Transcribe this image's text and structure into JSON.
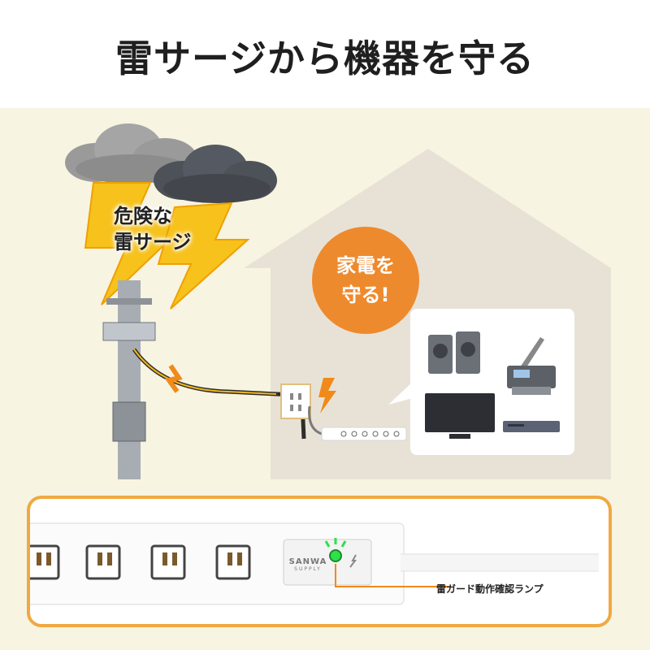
{
  "title": "雷サージから機器を守る",
  "danger_label": {
    "line1": "危険な",
    "line2": "雷サージ"
  },
  "protect_badge": {
    "line1": "家電を",
    "line2": "守る!"
  },
  "appliances": [
    "speaker-icon",
    "printer-icon",
    "tv-icon",
    "recorder-icon"
  ],
  "power_strip": {
    "brand_top": "SANWA",
    "brand_bottom": "SUPPLY",
    "lamp_label": "雷ガード動作確認ランプ"
  },
  "colors": {
    "accent_orange": "#ee8a2e",
    "frame_orange": "#f0a941",
    "house_beige": "#e8e2d6",
    "lightning_yellow": "#f6c21b",
    "lamp_green": "#2ee04a"
  }
}
